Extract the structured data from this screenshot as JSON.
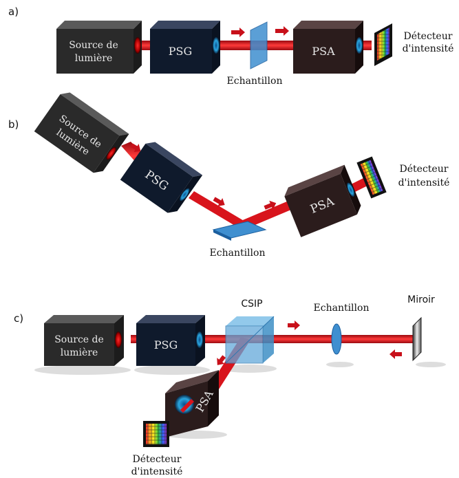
{
  "panels": {
    "a": {
      "tag": "a)",
      "source": [
        "Source de",
        "lumière"
      ],
      "psg": "PSG",
      "psa": "PSA",
      "sample": "Echantillon",
      "detector": [
        "Détecteur",
        "d'intensité"
      ]
    },
    "b": {
      "tag": "b)",
      "source": [
        "Source de",
        "lumière"
      ],
      "psg": "PSG",
      "psa": "PSA",
      "sample": "Echantillon",
      "detector": [
        "Détecteur",
        "d'intensité"
      ]
    },
    "c": {
      "tag": "c)",
      "source": [
        "Source de",
        "lumière"
      ],
      "psg": "PSG",
      "psa": "PSA",
      "csip": "CSIP",
      "sample": "Echantillon",
      "mirror": "Miroir",
      "detector": [
        "Détecteur",
        "d'intensité"
      ]
    }
  },
  "colors": {
    "beam": "#d8141c",
    "arrow": "#c8101a",
    "box_front": "#2a2a2a",
    "psg_front": "#0f1a2c",
    "psa_front": "#2b1c1c",
    "sample_blue": "#3f8fd0",
    "port_ring": "#1f9fd8"
  }
}
